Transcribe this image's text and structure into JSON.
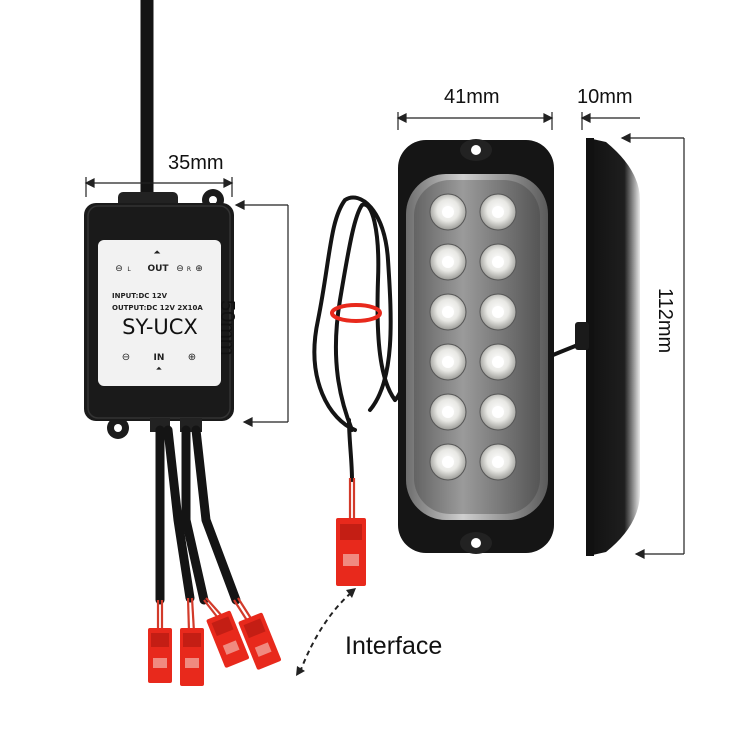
{
  "dimensions": {
    "controller_width": "35mm",
    "controller_height": "50mm",
    "light_width": "41mm",
    "light_depth": "10mm",
    "light_height": "112mm"
  },
  "controller_label": {
    "out": "OUT",
    "in": "IN",
    "l": "L",
    "r": "R",
    "input": "INPUT:DC 12V",
    "output": "OUTPUT:DC 12V 2X10A",
    "model": "SY-UCX"
  },
  "callout": "Interface",
  "colors": {
    "housing": "#1a1a1a",
    "label_bg": "#f2f2f2",
    "connector": "#e8291c",
    "led": "#f4f4f2"
  }
}
